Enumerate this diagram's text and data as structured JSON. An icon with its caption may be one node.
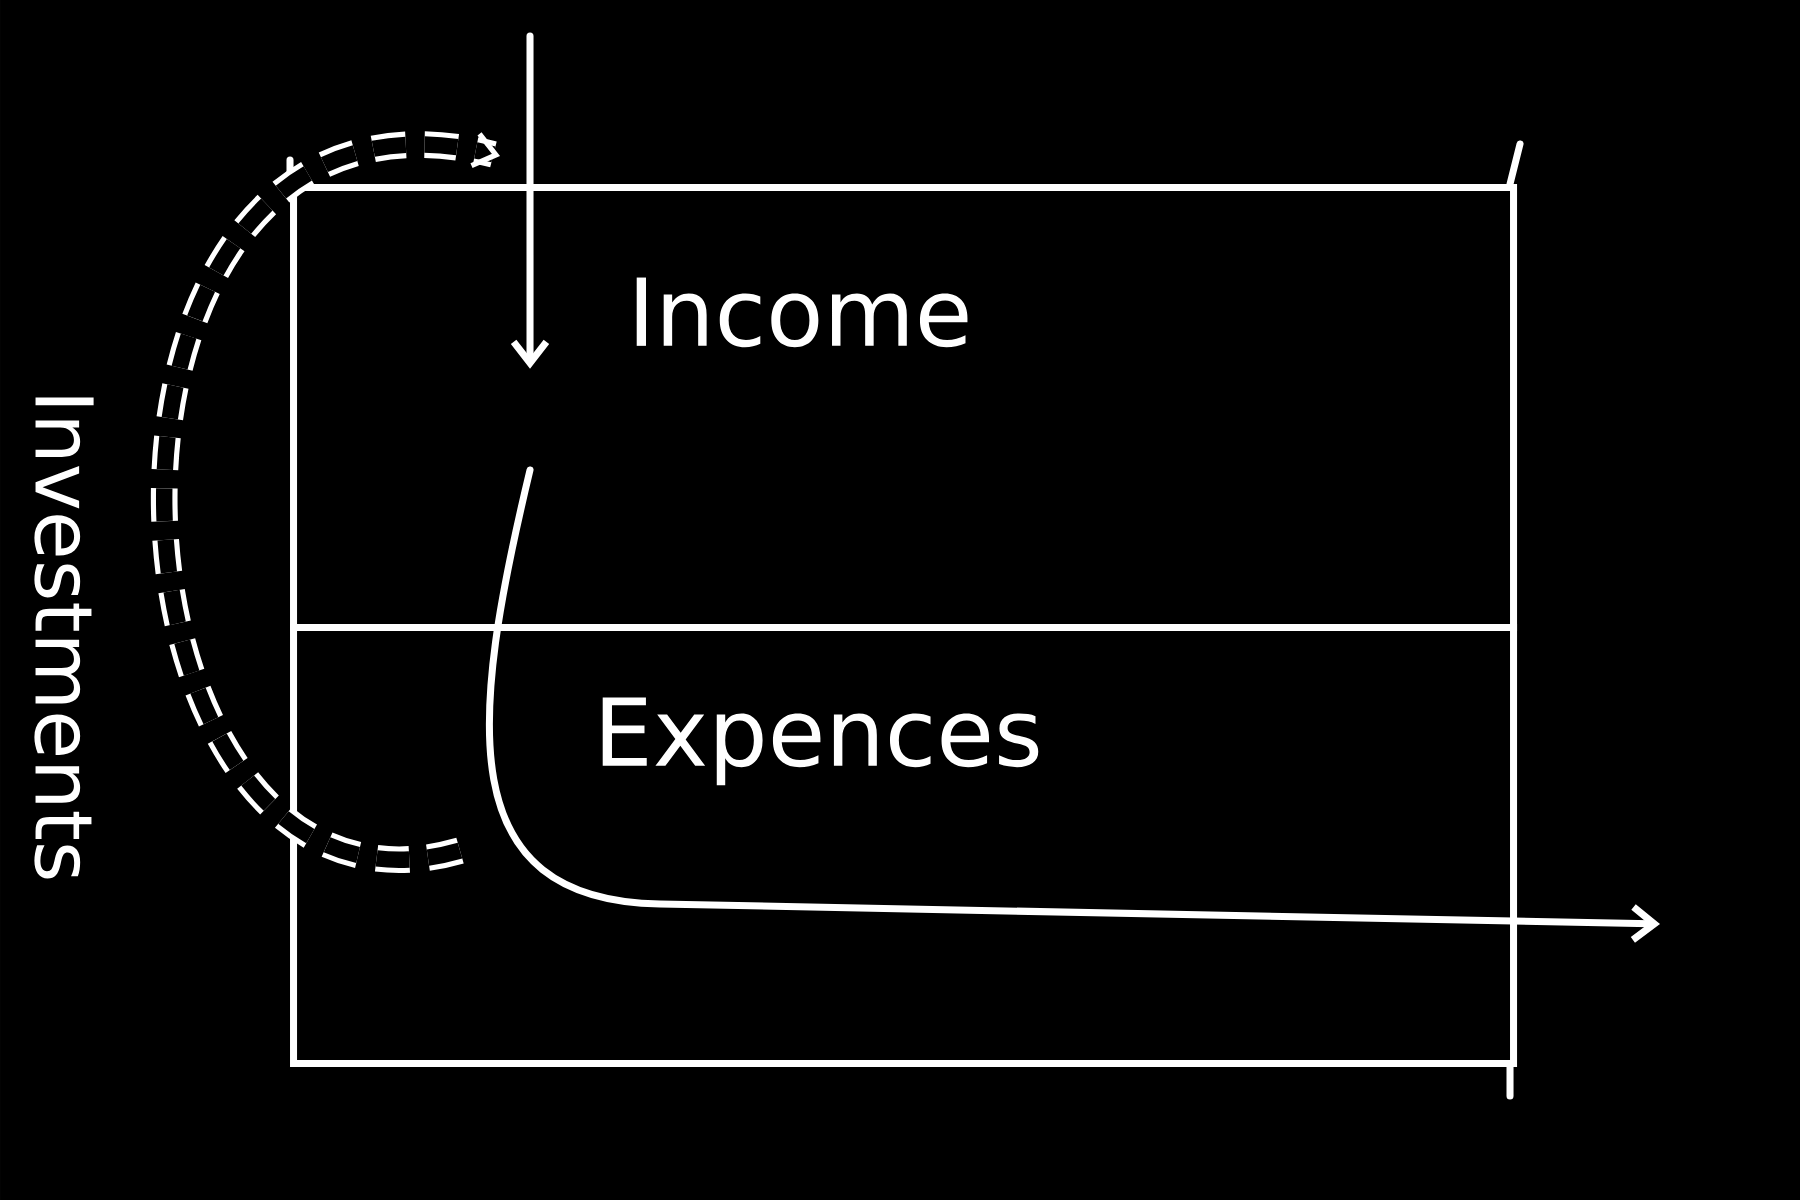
{
  "diagram": {
    "nodes": [
      {
        "text": [
          "Income"
        ]
      },
      {
        "text": [
          "Expences"
        ]
      }
    ],
    "edges": [
      {
        "from": null,
        "to": 0,
        "arrow": "to"
      },
      {
        "from": 0,
        "to": null,
        "arrow": "to"
      },
      {
        "from": 1,
        "to": 0,
        "arrow": "to",
        "style": "dashed",
        "label": "Investments"
      }
    ]
  }
}
